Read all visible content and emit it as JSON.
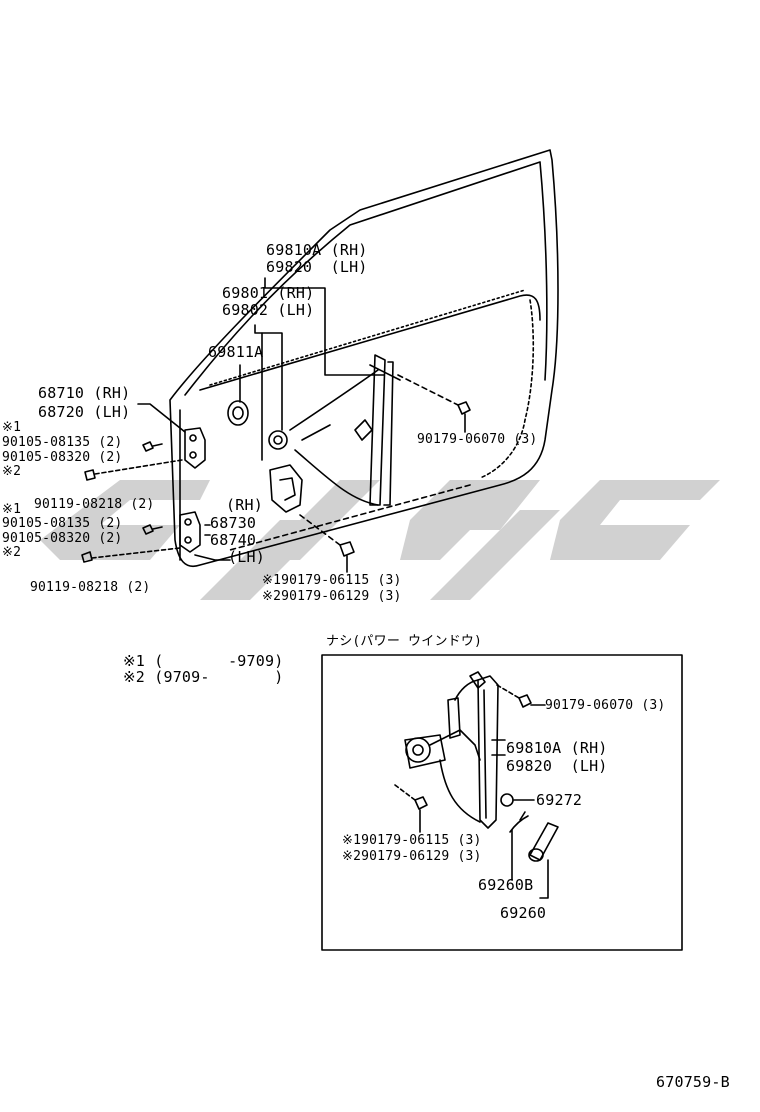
{
  "diagram_code": "670759-B",
  "main_labels": {
    "regulator_rh": "69810A (RH)",
    "regulator_lh": "69820  (LH)",
    "motor_rh": "69801 (RH)",
    "motor_lh": "69802 (LH)",
    "grommet": "69811A",
    "hinge_upper_rh": "68710 (RH)",
    "hinge_upper_lh": "68720 (LH)",
    "note1_upper": "※1",
    "bolt_a1_upper": "90105-08135 (2)",
    "bolt_a2_upper": "90105-08320 (2)",
    "note2_upper": "※2",
    "bolt_b_upper": "90119-08218 (2)",
    "hinge_lower_rh_tag": "(RH)",
    "hinge_lower_rh": "68730",
    "hinge_lower_lh": "68740",
    "hinge_lower_lh_tag": "(LH)",
    "note1_lower": "※1",
    "bolt_a1_lower": "90105-08135 (2)",
    "bolt_a2_lower": "90105-08320 (2)",
    "note2_lower": "※2",
    "bolt_b_lower": "90119-08218 (2)",
    "nut_top": "90179-06070 (3)",
    "nut_bottom_1": "※190179-06115 (3)",
    "nut_bottom_2": "※290179-06129 (3)"
  },
  "notes": {
    "note1": "※1 (       -9709)",
    "note2": "※2 (9709-       )"
  },
  "inset": {
    "title": "ナシ(パワー ウインドウ)",
    "nut_top": "90179-06070 (3)",
    "regulator_rh": "69810A (RH)",
    "regulator_lh": "69820  (LH)",
    "clip": "69272",
    "nut_bottom_1": "※190179-06115 (3)",
    "nut_bottom_2": "※290179-06129 (3)",
    "handle_b": "69260B",
    "handle": "69260"
  },
  "colors": {
    "line": "#000000",
    "watermark": "#c8c8c8",
    "background": "#ffffff"
  }
}
